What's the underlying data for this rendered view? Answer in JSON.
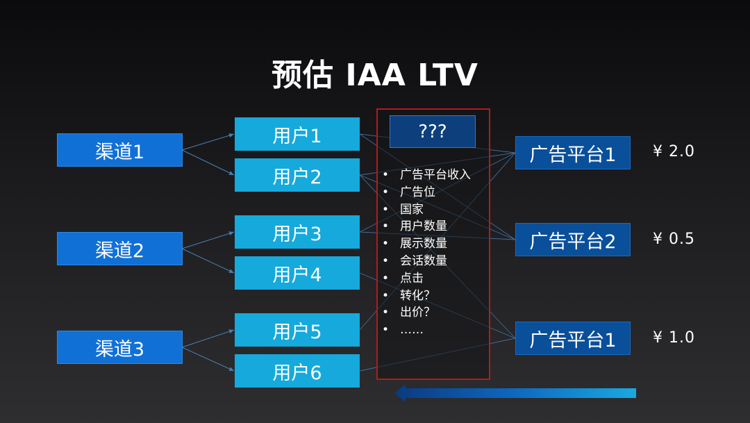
{
  "title": "预估 IAA LTV",
  "channels": [
    "渠道1",
    "渠道2",
    "渠道3"
  ],
  "users": [
    "用户1",
    "用户2",
    "用户3",
    "用户4",
    "用户5",
    "用户6"
  ],
  "unknown_label": "???",
  "factors": [
    "广告平台收入",
    "广告位",
    "国家",
    "用户数量",
    "展示数量",
    "会话数量",
    "点击",
    "转化？",
    "出价？",
    "……"
  ],
  "platforms": [
    {
      "label": "广告平台1",
      "price": "¥ 2.0"
    },
    {
      "label": "广告平台2",
      "price": "¥ 0.5"
    },
    {
      "label": "广告平台1",
      "price": "¥ 1.0"
    }
  ],
  "colors": {
    "channel": "#1170d6",
    "user": "#16a9dc",
    "platform": "#0a4f9a",
    "highlight_border": "#b31b1b",
    "connector": "#4a7fb0"
  },
  "icons": [
    "back-arrow-icon"
  ]
}
